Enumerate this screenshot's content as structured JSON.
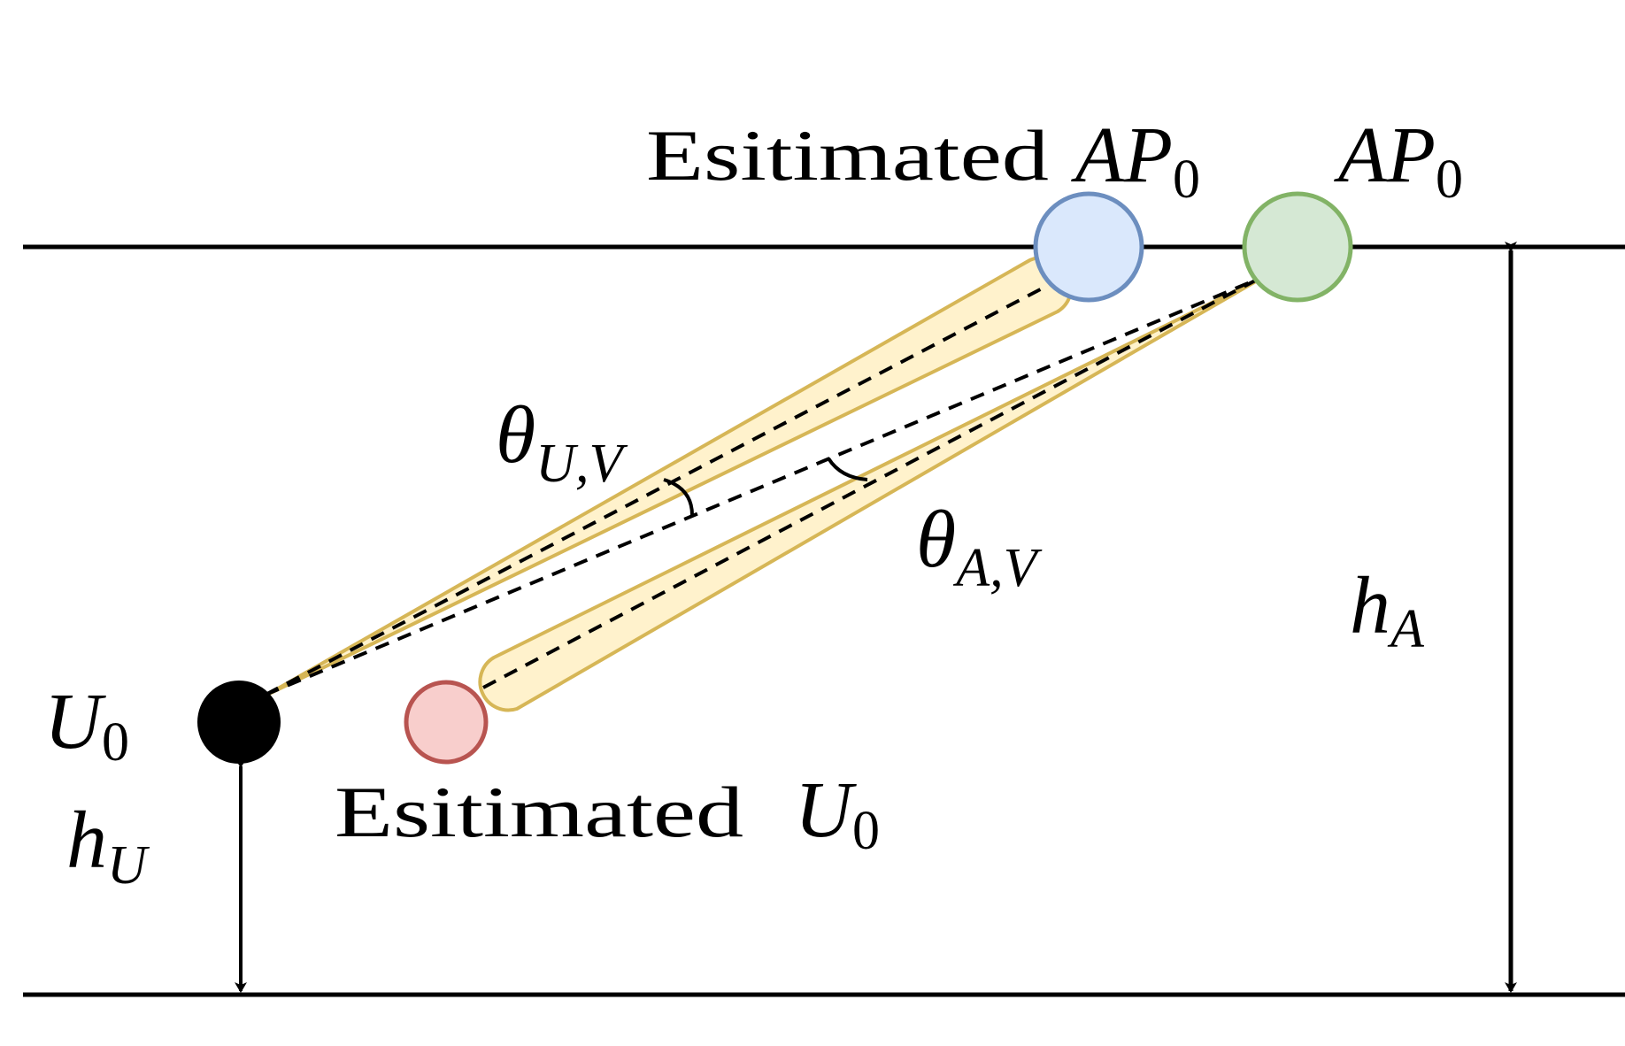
{
  "diagram": {
    "colors": {
      "line": "#000000",
      "estimated_ap_fill": "#dae8fc",
      "estimated_ap_stroke": "#6c8ebf",
      "ap_fill": "#d5e8d4",
      "ap_stroke": "#82b366",
      "estimated_user_fill": "#f8cecc",
      "estimated_user_stroke": "#b85450",
      "user_fill": "#000000",
      "cone_fill": "#fff2cc",
      "cone_stroke": "#d6b656"
    },
    "labels": {
      "estimated_ap_text": "Esitimated",
      "estimated_ap_symbol": "AP",
      "estimated_ap_sub": "0",
      "ap_symbol": "AP",
      "ap_sub": "0",
      "user_symbol": "U",
      "user_sub": "0",
      "estimated_user_text": "Esitimated",
      "estimated_user_symbol": "U",
      "estimated_user_sub": "0",
      "theta_uv_symbol": "θ",
      "theta_uv_sub": "U,V",
      "theta_av_symbol": "θ",
      "theta_av_sub": "A,V",
      "h_u_symbol": "h",
      "h_u_sub": "U",
      "h_a_symbol": "h",
      "h_a_sub": "A"
    }
  }
}
